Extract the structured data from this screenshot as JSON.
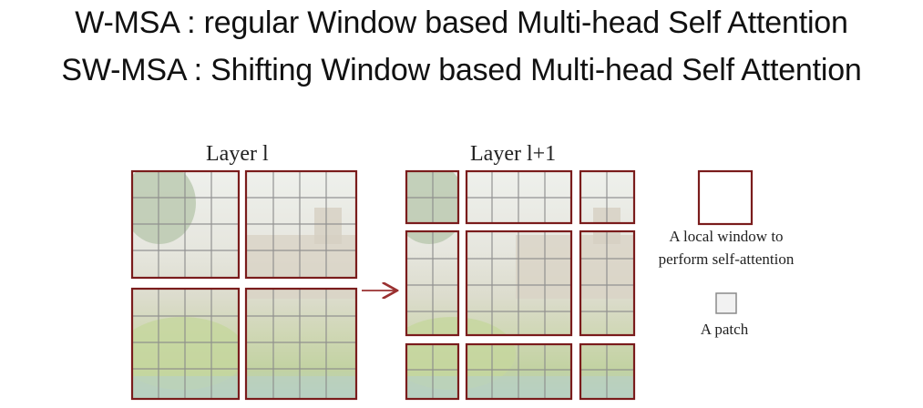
{
  "definitions": [
    "W-MSA :  regular Window based Multi-head Self Attention",
    "SW-MSA :  Shifting Window based Multi-head Self Attention"
  ],
  "layer_l_label": "Layer l",
  "layer_l1_label": "Layer l+1",
  "legend": {
    "window_text_line1": "A local window to",
    "window_text_line2": "perform self-attention",
    "patch_text": "A patch"
  },
  "colors": {
    "window_border": "#7a1c1c",
    "patch_grid": "#8a8a8a",
    "arrow": "#9a3030"
  }
}
